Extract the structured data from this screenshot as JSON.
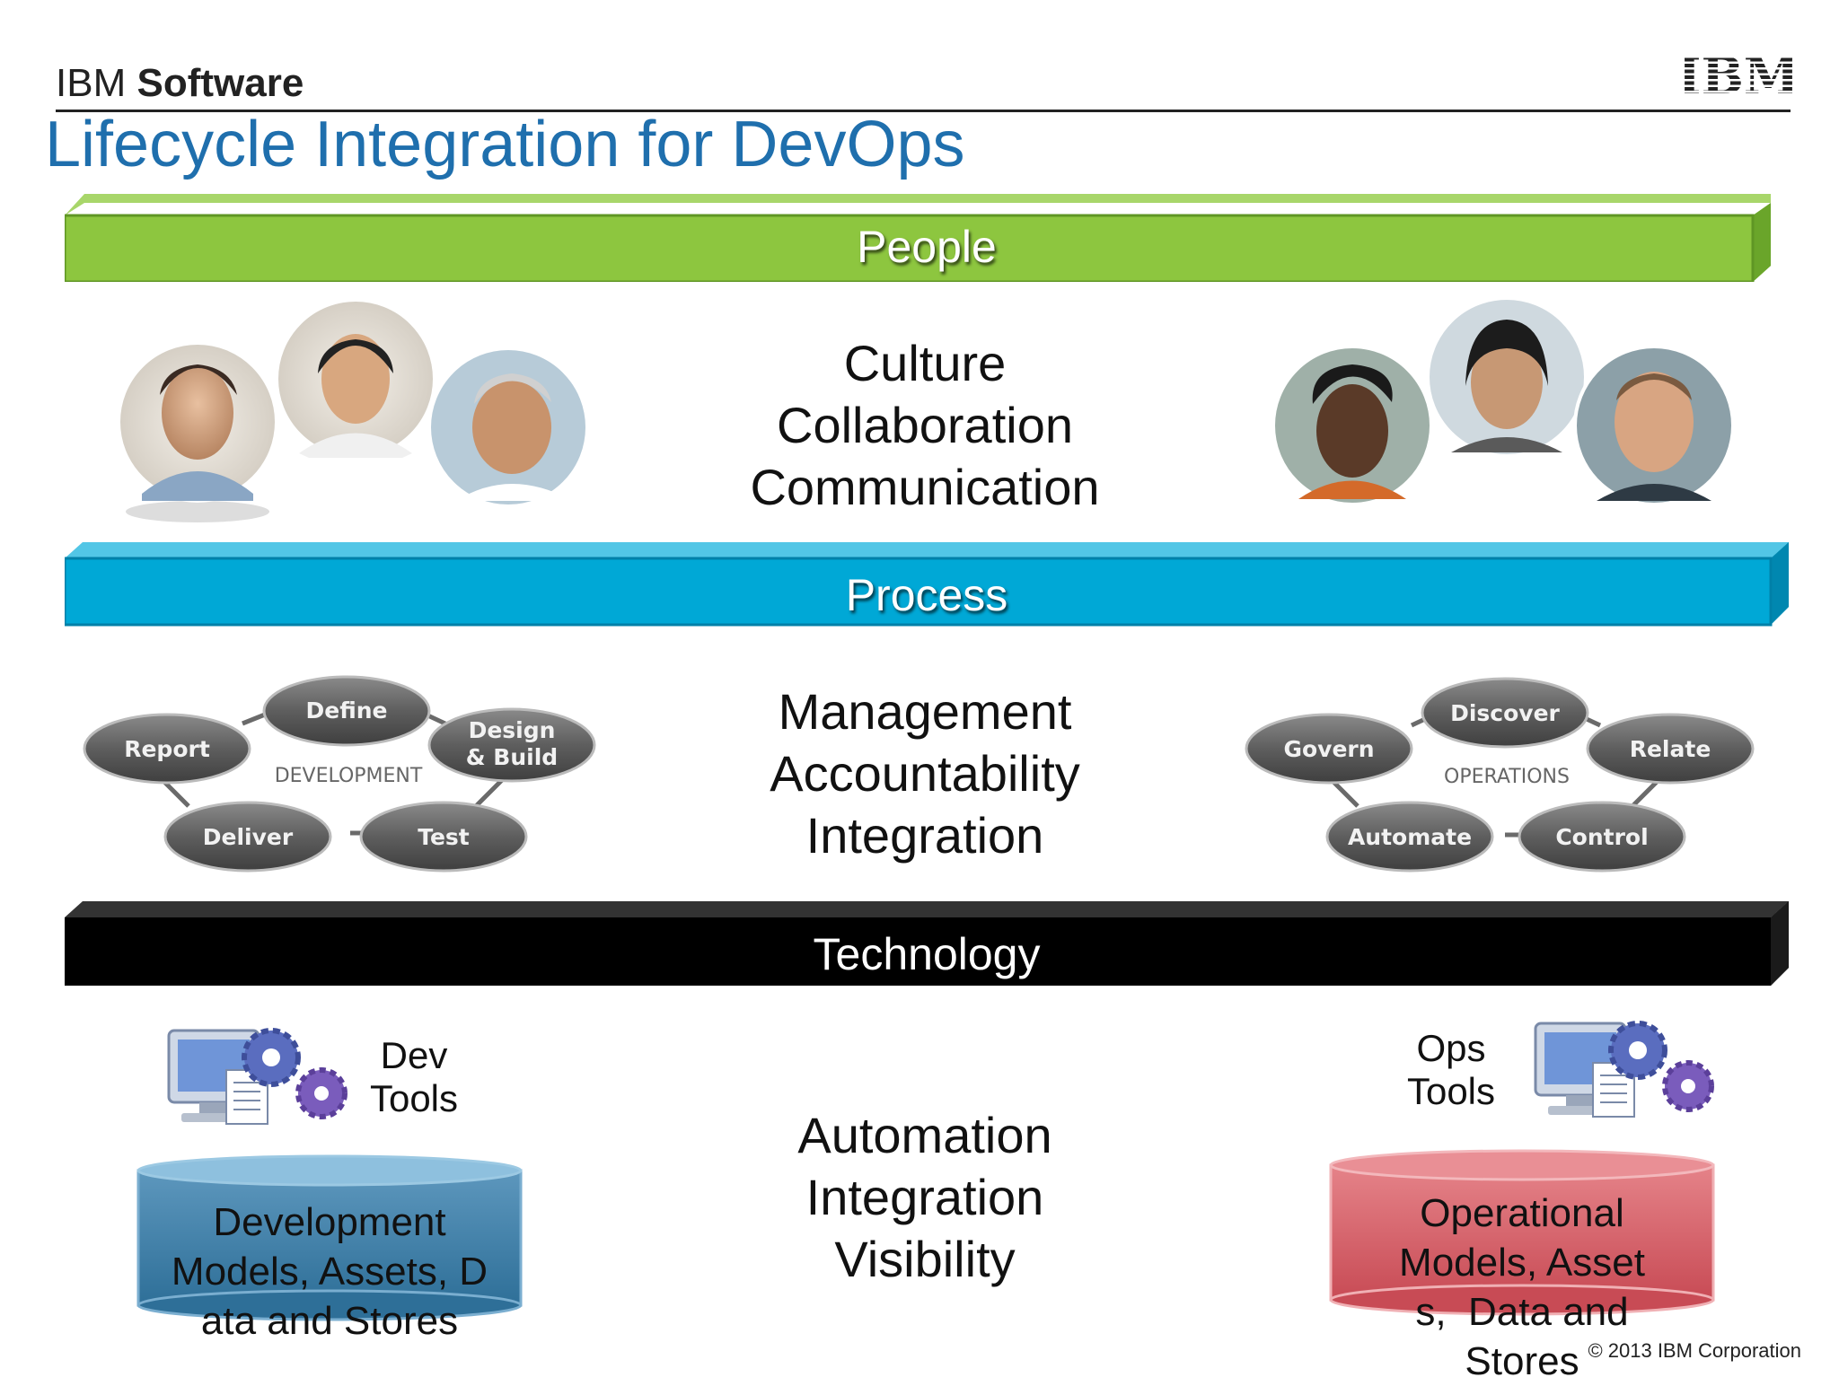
{
  "header": {
    "brand_light": "IBM",
    "brand_bold": "Software",
    "title": "Lifecycle Integration for DevOps",
    "logo_text": "IBM"
  },
  "bands": {
    "people": "People",
    "process": "Process",
    "technology": "Technology"
  },
  "people_section": {
    "lines": [
      "Culture",
      "Collaboration",
      "Communication"
    ]
  },
  "process_section": {
    "lines": [
      "Management",
      "Accountability",
      "Integration"
    ],
    "development_cycle": {
      "center": "DEVELOPMENT",
      "nodes": [
        "Define",
        "Design\n& Build",
        "Test",
        "Deliver",
        "Report"
      ]
    },
    "operations_cycle": {
      "center": "OPERATIONS",
      "nodes": [
        "Discover",
        "Relate",
        "Control",
        "Automate",
        "Govern"
      ]
    }
  },
  "technology_section": {
    "lines": [
      "Automation",
      "Integration",
      "Visibility"
    ],
    "dev_tools": {
      "line1": "Dev",
      "line2": "Tools"
    },
    "ops_tools": {
      "line1": "Ops",
      "line2": "Tools"
    },
    "dev_store": [
      "Development",
      "Models, Assets, D",
      "ata and Stores"
    ],
    "ops_store": [
      "Operational",
      "Models, Asset",
      "s,  Data and",
      "Stores"
    ]
  },
  "footer": {
    "copyright": "© 2013 IBM Corporation"
  },
  "colors": {
    "title_blue": "#1f6fad",
    "people_green": "#8dc63f",
    "process_blue": "#00a8d6",
    "technology_black": "#000000",
    "dev_store_blue": "#3b82a8",
    "ops_store_red": "#d96068"
  }
}
